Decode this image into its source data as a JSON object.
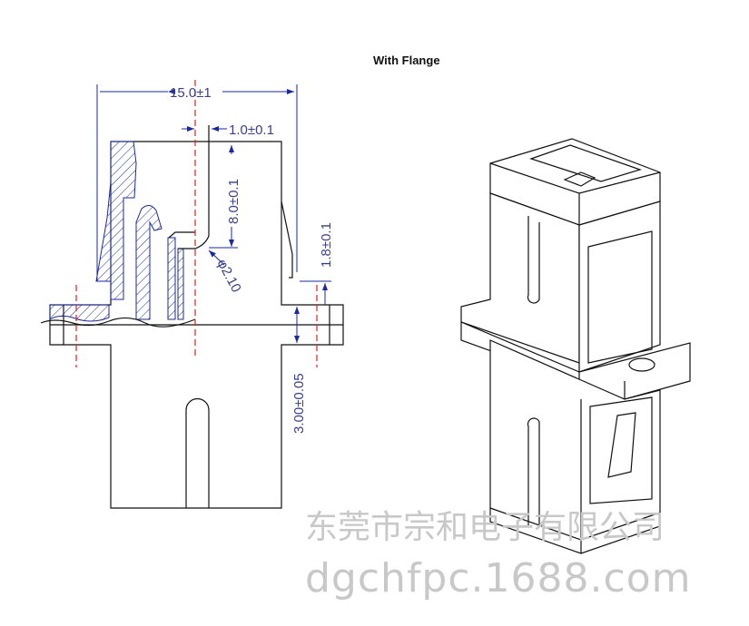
{
  "title": "With Flange",
  "dimensions": {
    "overall_width": "15.0±1",
    "offset": "1.0±0.1",
    "depth": "8.0±0.1",
    "diameter": "φ2.10",
    "clip_gap": "1.8±0.1",
    "flange_thickness": "3.00±0.05"
  },
  "watermark": {
    "company": "东莞市宗和电子有限公司",
    "site": "dgchfpc.1688.com"
  },
  "colors": {
    "dimension": "#1a2a9a",
    "centerline": "#e02020",
    "outline": "#111111",
    "watermark": "#c8c8c8"
  }
}
